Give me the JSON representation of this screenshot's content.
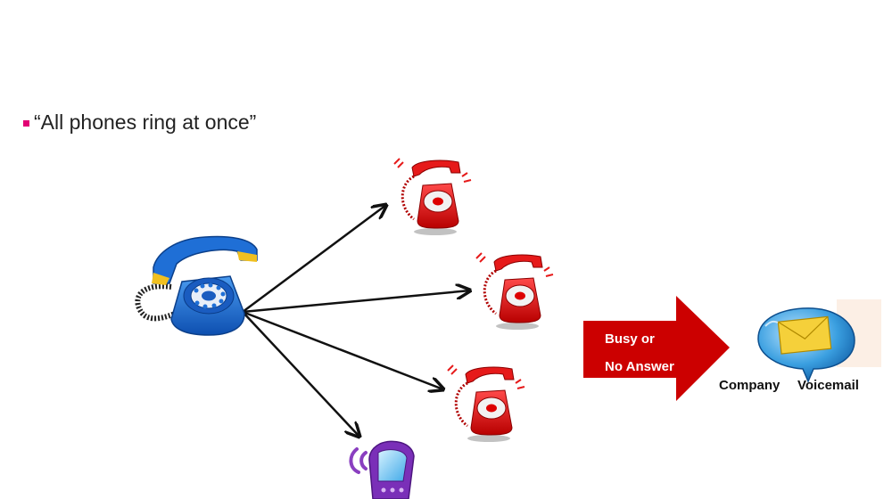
{
  "slide": {
    "bullet_text": "“All phones ring at once”"
  },
  "flow_arrow": {
    "line1": "Busy or",
    "line2": "No Answer",
    "fill_color": "#cc0000"
  },
  "voicemail": {
    "label_left": "Company",
    "label_right": "Voicemail"
  },
  "colors": {
    "accent": "#e20074",
    "caller_phone": "#1f6fd6",
    "ringing_phone": "#e61a1a",
    "mobile_phone": "#8a3fc0"
  },
  "icons": {
    "caller": "blue-rotary-phone-icon",
    "ring_targets": [
      "red-rotary-phone-icon",
      "red-rotary-phone-icon",
      "red-rotary-phone-icon",
      "mobile-phone-icon"
    ],
    "voicemail": "envelope-speech-bubble-icon"
  }
}
